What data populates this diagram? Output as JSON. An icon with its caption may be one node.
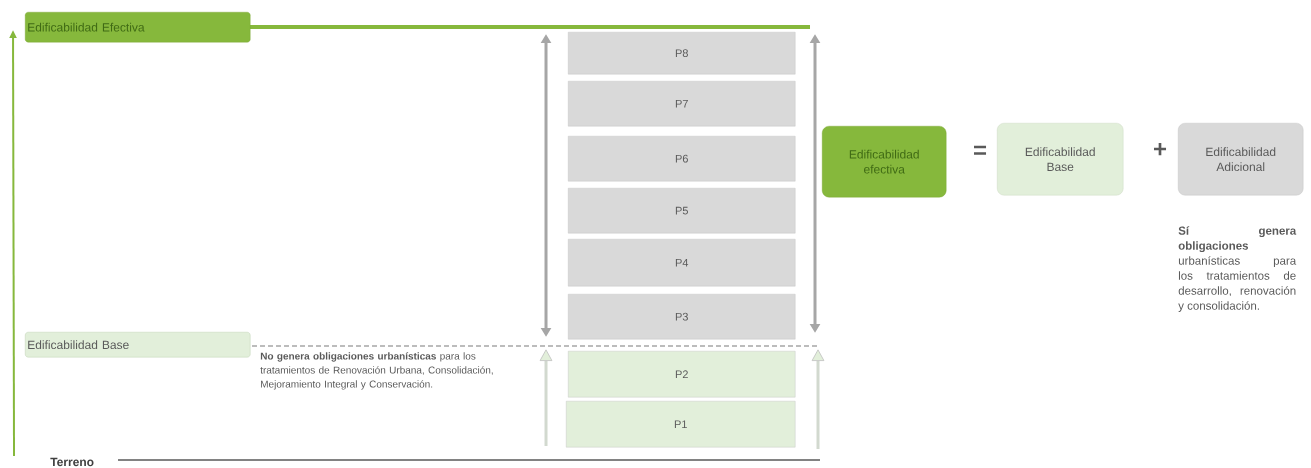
{
  "diagram": {
    "nodes": [
      {
        "text": [
          "Edificabilidad Efectiva"
        ]
      },
      {
        "text": [
          "Edificabilidad Base"
        ]
      },
      {
        "text": [
          "P8"
        ]
      },
      {
        "text": [
          "P7"
        ]
      },
      {
        "text": [
          "P6"
        ]
      },
      {
        "text": [
          "P5"
        ]
      },
      {
        "text": [
          "P4"
        ]
      },
      {
        "text": [
          "P3"
        ]
      },
      {
        "text": [
          "P2"
        ]
      },
      {
        "text": [
          "P1"
        ]
      },
      {
        "text": [
          "Edificabilidad efectiva"
        ]
      },
      {
        "text": [
          "Edificabilidad Base"
        ]
      },
      {
        "text": [
          "Edificabilidad Adicional"
        ]
      }
    ],
    "labels": [
      "**No genera obligaciones urbanísticas** para los tratamientos de Renovación Urbana, Consolidación, Mejoramiento Integral y Conservación.",
      "=",
      "+",
      "**Sí genera obligaciones** urbanísticas para los tratamientos de desarrollo, renovación y consolidación.",
      "Terreno"
    ]
  }
}
